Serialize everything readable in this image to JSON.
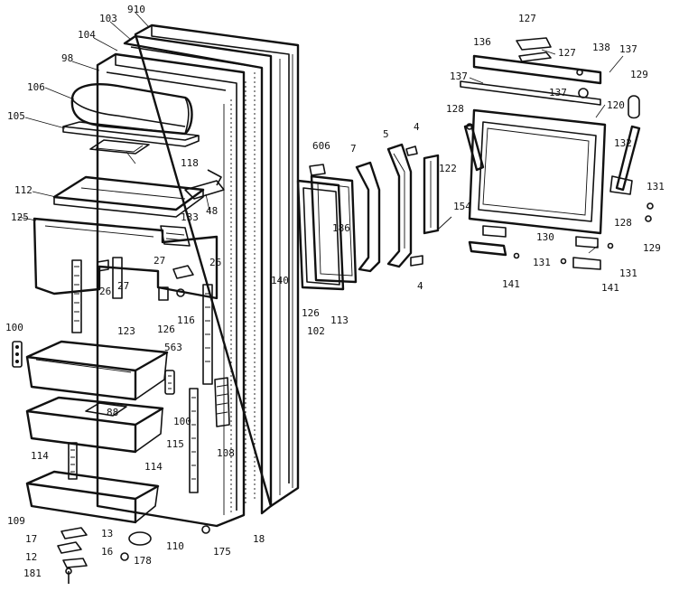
{
  "diagram": {
    "callouts": {
      "p910": "910",
      "p103": "103",
      "p104": "104",
      "p98": "98",
      "p106": "106",
      "p105": "105",
      "p118": "118",
      "p112": "112",
      "p125": "125",
      "p48": "48",
      "p133": "133",
      "p27a": "27",
      "p27b": "27",
      "p26a": "26",
      "p26b": "26",
      "p126a": "126",
      "p116": "116",
      "p100a": "100",
      "p123": "123",
      "p563": "563",
      "p100b": "100",
      "p88": "88",
      "p115": "115",
      "p114a": "114",
      "p114b": "114",
      "p109": "109",
      "p108": "108",
      "p13": "13",
      "p17": "17",
      "p16": "16",
      "p12": "12",
      "p181": "181",
      "p178": "178",
      "p110": "110",
      "p175": "175",
      "p18": "18",
      "p606": "606",
      "p186": "186",
      "p140": "140",
      "p126b": "126",
      "p102": "102",
      "p113": "113",
      "p7": "7",
      "p5": "5",
      "p4a": "4",
      "p4b": "4",
      "p122": "122",
      "p154": "154",
      "p127a": "127",
      "p127b": "127",
      "p136": "136",
      "p138": "138",
      "p137a": "137",
      "p137b": "137",
      "p137c": "137",
      "p129a": "129",
      "p129b": "129",
      "p128a": "128",
      "p128b": "128",
      "p120": "120",
      "p132": "132",
      "p131a": "131",
      "p131b": "131",
      "p131c": "131",
      "p130": "130",
      "p141a": "141",
      "p141b": "141"
    }
  }
}
